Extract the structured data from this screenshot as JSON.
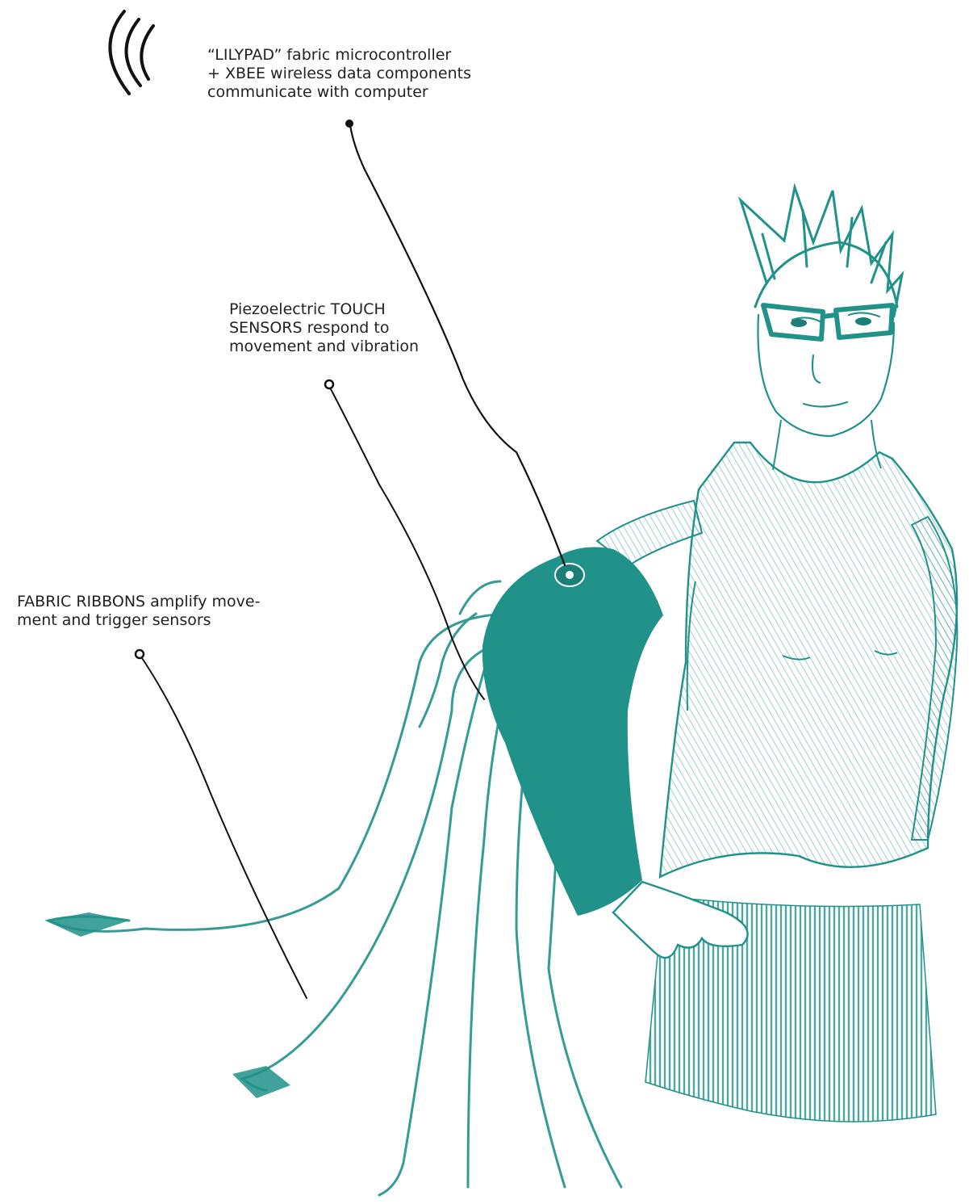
{
  "colors": {
    "teal": "#20928a",
    "ink": "#111111",
    "text": "#222222"
  },
  "icons": [
    "wireless-signal-icon"
  ],
  "annotations": {
    "lilypad": {
      "line1": "“LILYPAD” fabric microcontroller",
      "line2": "+ XBEE wireless data components",
      "line3": "communicate with computer"
    },
    "touch_sensors": {
      "line1": "Piezoelectric TOUCH",
      "line2": "SENSORS respond to",
      "line3": "movement and vibration"
    },
    "ribbons": {
      "line1": "FABRIC RIBBONS amplify move-",
      "line2": "ment and trigger sensors"
    }
  }
}
